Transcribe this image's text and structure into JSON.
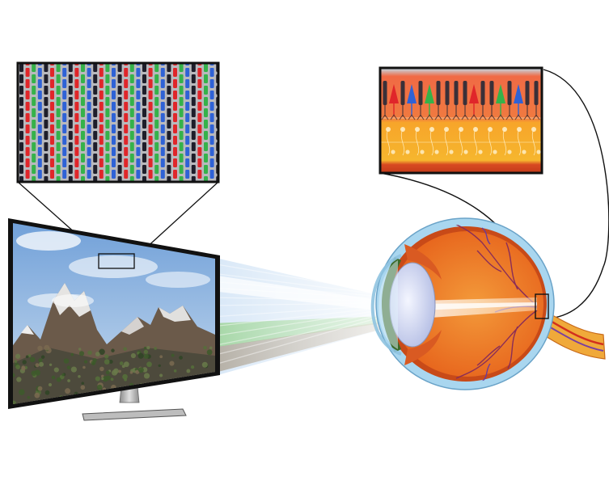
{
  "diagram": {
    "subjects": [
      "pixel-grid-inset",
      "television",
      "light-beam",
      "eye-cross-section",
      "retina-inset"
    ],
    "colors": {
      "subpixel_red": "#e0262a",
      "subpixel_green": "#35b24a",
      "subpixel_blue": "#2f62d6",
      "subpixel_dark": "#1e1e2a",
      "pixel_background": "#b9b9bd",
      "retina_top": "#f06a45",
      "retina_mid": "#f7a52a",
      "retina_bottom": "#d84a22",
      "eye_orange": "#f07a22",
      "eye_sclera": "#a9d6ef",
      "lens": "#d6dcf3",
      "optic_nerve": "#f0a93a",
      "frame": "#111111"
    },
    "icons": {
      "tv_screen": "mountain-landscape",
      "retina_cells": [
        "rod",
        "cone-red",
        "cone-blue",
        "cone-green"
      ]
    }
  }
}
